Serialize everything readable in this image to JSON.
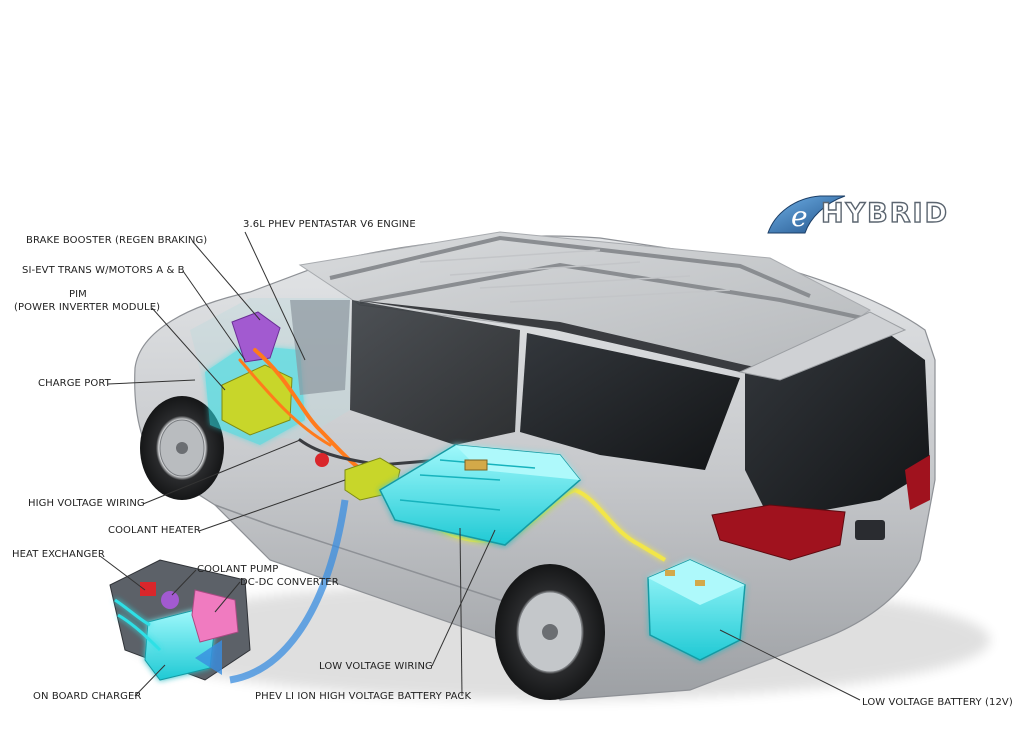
{
  "logo": {
    "text": "HYBRID",
    "prefix_glyph": "e"
  },
  "labels": {
    "engine": "3.6L PHEV PENTASTAR V6 ENGINE",
    "brake_booster": "BRAKE BOOSTER (REGEN BRAKING)",
    "si_evt": "SI-EVT TRANS W/MOTORS A & B",
    "pim_1": "PIM",
    "pim_2": "(POWER INVERTER MODULE)",
    "charge_port": "CHARGE PORT",
    "hv_wiring": "HIGH VOLTAGE WIRING",
    "coolant_heater": "COOLANT HEATER",
    "heat_exchanger": "HEAT EXCHANGER",
    "coolant_pump": "COOLANT PUMP",
    "dcdc": "DC-DC CONVERTER",
    "onboard_charger": "ON BOARD CHARGER",
    "lv_wiring": "LOW VOLTAGE WIRING",
    "battery_pack": "PHEV LI ION HIGH VOLTAGE BATTERY PACK",
    "lv_battery": "LOW VOLTAGE BATTERY (12V)"
  },
  "colors": {
    "glow_cyan": "#3fe8ee",
    "body_silver": "#c9cbcd",
    "glass": "#1b1d20",
    "taillight": "#a0121e",
    "wire_orange": "#ff7b1c",
    "wire_yellow": "#f2e64a",
    "module_purple": "#a25ad0",
    "module_pink": "#f07bc0",
    "arrow_blue": "#3a8de0",
    "logo_blue": "#2e6aa8"
  }
}
